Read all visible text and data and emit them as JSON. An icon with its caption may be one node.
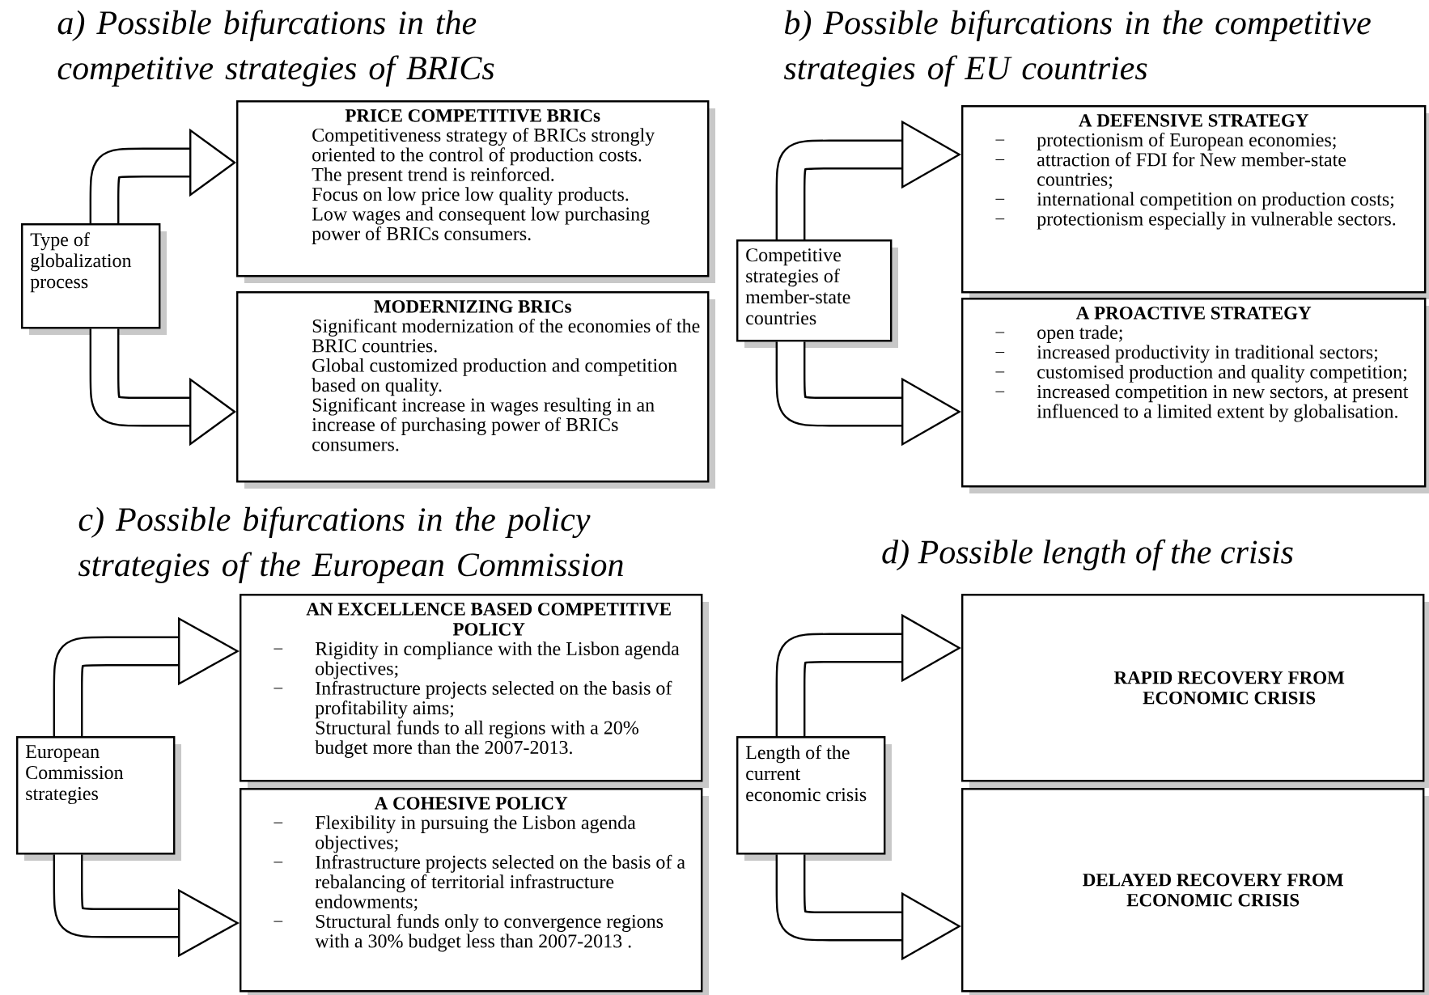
{
  "diagram": {
    "nodes": [
      {
        "text": [
          "Type of globalization process"
        ]
      },
      {
        "text": [
          "PRICE COMPETITIVE BRICs",
          "Competitiveness strategy of BRICs strongly oriented to the control of production costs.",
          "The present trend is reinforced.",
          "Focus on low price low quality products.",
          "Low wages and consequent low purchasing power of BRICs consumers."
        ]
      },
      {
        "text": [
          "MODERNIZING BRICs",
          "Significant modernization of the economies of the BRIC countries.",
          "Global customized production and competition based on quality.",
          "Significant increase in wages resulting in an increase of purchasing power of BRICs consumers."
        ]
      },
      {
        "text": [
          "Competitive strategies of member-state countries"
        ]
      },
      {
        "text": [
          "A DEFENSIVE STRATEGY",
          "protectionism of European economies;",
          "attraction of FDI for New member-state countries;",
          "international competition on production costs;",
          "protectionism especially in vulnerable sectors."
        ]
      },
      {
        "text": [
          "A PROACTIVE STRATEGY",
          "open trade;",
          "increased productivity in traditional sectors;",
          "customised production and quality competition;",
          "increased competition in new sectors, at present influenced to a limited extent by globalisation."
        ]
      },
      {
        "text": [
          "European Commission strategies"
        ]
      },
      {
        "text": [
          "AN EXCELLENCE BASED COMPETITIVE POLICY",
          "Rigidity in compliance with the Lisbon agenda objectives;",
          "Infrastructure projects selected on the basis of profitability aims;",
          "Structural funds to all regions with a 20% budget more than the 2007-2013."
        ]
      },
      {
        "text": [
          "A COHESIVE POLICY",
          "Flexibility in pursuing the Lisbon agenda objectives;",
          "Infrastructure projects selected on the basis of a rebalancing of territorial infrastructure endowments;",
          "Structural funds only to convergence regions with a 30% budget less than 2007-2013 ."
        ]
      },
      {
        "text": [
          "Length of the current economic crisis"
        ]
      },
      {
        "text": [
          "RAPID RECOVERY FROM ECONOMIC CRISIS"
        ]
      },
      {
        "text": [
          "DELAYED RECOVERY FROM ECONOMIC CRISIS"
        ]
      }
    ],
    "edges": [
      {
        "from": 0,
        "to": 1,
        "arrow": "to"
      },
      {
        "from": 0,
        "to": 2,
        "arrow": "to"
      },
      {
        "from": 3,
        "to": 4,
        "arrow": "to"
      },
      {
        "from": 3,
        "to": 5,
        "arrow": "to"
      },
      {
        "from": 6,
        "to": 7,
        "arrow": "to"
      },
      {
        "from": 6,
        "to": 8,
        "arrow": "to"
      },
      {
        "from": 9,
        "to": 10,
        "arrow": "to"
      },
      {
        "from": 9,
        "to": 11,
        "arrow": "to"
      }
    ],
    "labels": [
      "a) Possible bifurcations in the competitive strategies of BRICs",
      "b) Possible bifurcations in the competitive strategies of EU countries",
      "c) Possible bifurcations in the policy strategies of the European Commission",
      "d) Possible length of the crisis"
    ]
  }
}
